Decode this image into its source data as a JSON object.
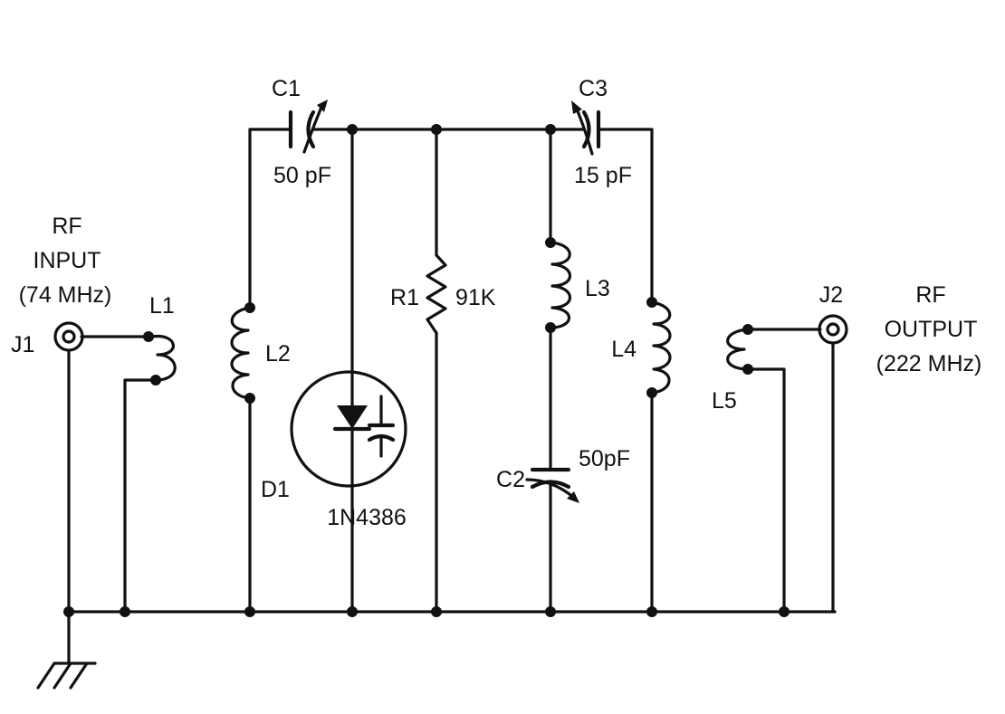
{
  "components": {
    "c1": {
      "ref": "C1",
      "value": "50 pF"
    },
    "c2": {
      "ref": "C2",
      "value": "50pF"
    },
    "c3": {
      "ref": "C3",
      "value": "15 pF"
    },
    "r1": {
      "ref": "R1",
      "value": "91K"
    },
    "l1": {
      "ref": "L1"
    },
    "l2": {
      "ref": "L2"
    },
    "l3": {
      "ref": "L3"
    },
    "l4": {
      "ref": "L4"
    },
    "l5": {
      "ref": "L5"
    },
    "d1": {
      "ref": "D1",
      "part": "1N4386"
    },
    "j1": {
      "ref": "J1",
      "label_line1": "RF",
      "label_line2": "INPUT",
      "label_line3": "(74 MHz)"
    },
    "j2": {
      "ref": "J2",
      "label_line1": "RF",
      "label_line2": "OUTPUT",
      "label_line3": "(222 MHz)"
    }
  },
  "colors": {
    "ink": "#111111",
    "background": "#ffffff"
  }
}
